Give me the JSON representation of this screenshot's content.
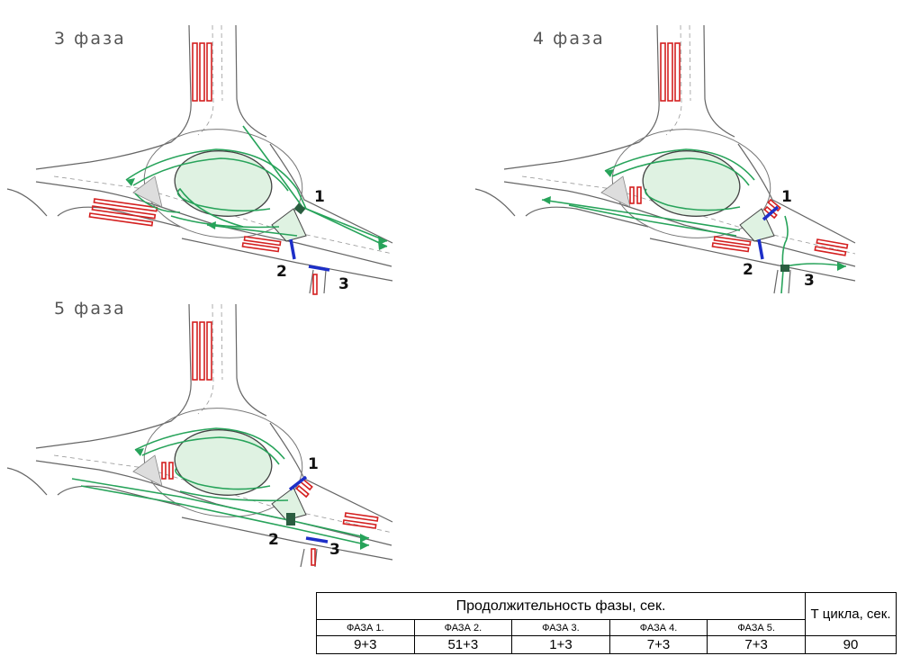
{
  "phases": [
    {
      "title": "3 фаза",
      "labels": [
        "1",
        "2",
        "3"
      ]
    },
    {
      "title": "4 фаза",
      "labels": [
        "1",
        "2",
        "3"
      ]
    },
    {
      "title": "5 фаза",
      "labels": [
        "1",
        "2",
        "3"
      ]
    }
  ],
  "table": {
    "header": "Продолжительность фазы, сек.",
    "cycle_header": "Т цикла, сек.",
    "phase_names": [
      "ФАЗА 1.",
      "ФАЗА 2.",
      "ФАЗА 3.",
      "ФАЗА 4.",
      "ФАЗА 5."
    ],
    "phase_values": [
      "9+3",
      "51+3",
      "1+3",
      "7+3",
      "7+3"
    ],
    "cycle_value": "90"
  },
  "colors": {
    "road_line": "#666666",
    "island_fill": "#dff2e2",
    "green_flow": "#27a35a",
    "red_queue": "#d42020",
    "signal_blue": "#1d2fc8"
  }
}
